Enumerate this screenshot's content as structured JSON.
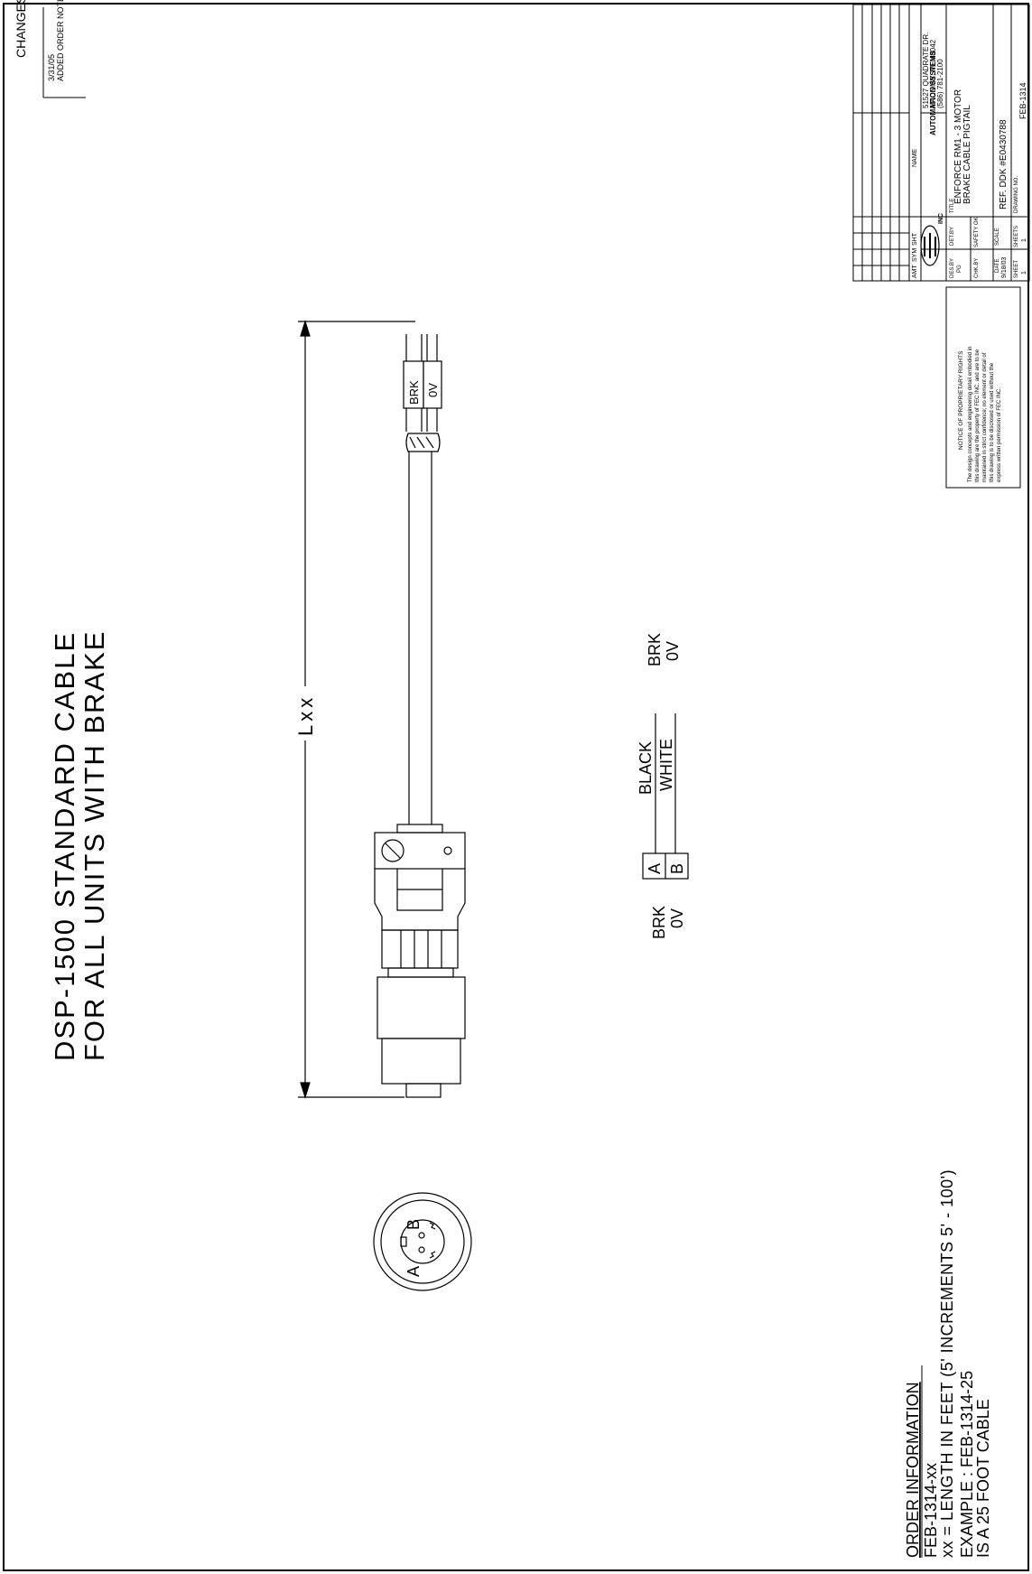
{
  "changes": {
    "header": "CHANGES",
    "date": "3/31/05",
    "note": "ADDED ORDER NOTE"
  },
  "title_block": {
    "rev_headers": [
      "AMT",
      "SYM",
      "SHT"
    ],
    "name_header": "NAME",
    "company_logo_text": "AUTOMATION SYSTEMS",
    "company_suffix": "INC",
    "address_line1": "51527 QUADRATE DR.",
    "address_line2": "MACOMB, MI. 48042",
    "phone": "(586) 781-2100",
    "des_by_label": "DES.BY",
    "des_by_value": "PG",
    "det_by_label": "DET.BY",
    "title_label": "TITLE",
    "chk_by_label": "CHK.BY",
    "safety_label": "SAFETY OK",
    "title_line1": "ENFORCE RM1 - 3 MOTOR",
    "title_line2": "BRAKE CABLE PIGTAIL",
    "date_label": "DATE",
    "date_value": "9/18/03",
    "scale_label": "SCALE",
    "ref": "REF. DDK #E0430788",
    "sheet_label": "SHEET",
    "sheet_value": "1",
    "sheets_label": "SHEETS",
    "sheets_value": "1",
    "drawing_no_label": "DRAWING NO.",
    "drawing_no": "FEB-1314"
  },
  "notice": {
    "heading": "NOTICE OF PROPRIETARY RIGHTS",
    "lines": [
      "The design concepts and engineering detail embodied in",
      "this drawing are the property of FEC INC. and are to be",
      "maintained in strict confidence; no element or detail of",
      "this drawing is to be disclosed or used without the",
      "express written permission of FEC INC."
    ]
  },
  "main_title": {
    "line1": "DSP-1500 STANDARD CABLE",
    "line2": "FOR ALL UNITS WITH BRAKE"
  },
  "cable": {
    "length_label": "Lxx",
    "wire_tag1": "BRK",
    "wire_tag2": "0V"
  },
  "wiring_table": {
    "left_label1": "BRK",
    "left_label2": "0V",
    "pin1": "A",
    "pin2": "B",
    "color1": "BLACK",
    "color2": "WHITE",
    "right_label1": "BRK",
    "right_label2": "0V"
  },
  "connector_face": {
    "pin_a": "A",
    "pin_b": "B"
  },
  "order_info": {
    "heading": "ORDER INFORMATION",
    "line1": "FEB-1314-xx",
    "line2": "xx = LENGTH IN FEET (5' INCREMENTS 5' - 100')",
    "line3": "EXAMPLE : FEB-1314-25",
    "line4": "IS A 25 FOOT CABLE"
  }
}
